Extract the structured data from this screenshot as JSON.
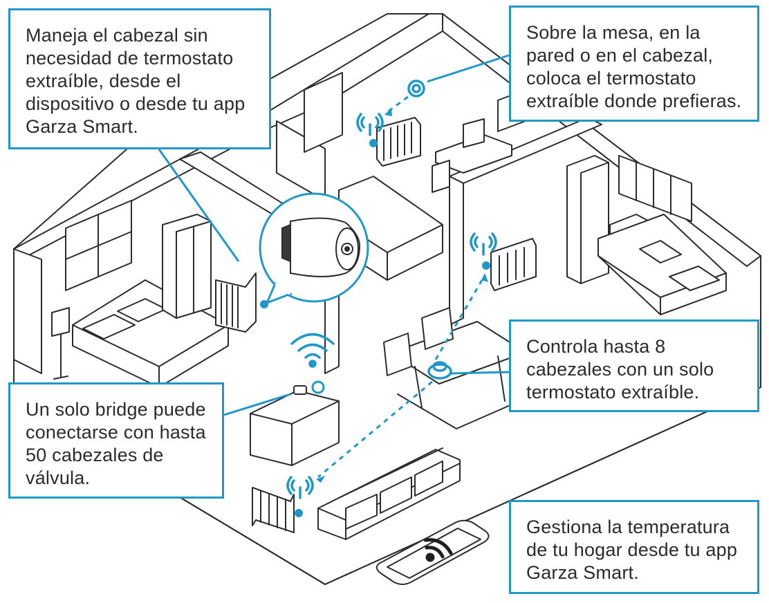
{
  "callouts": {
    "pull_out_thermostat_head": "Maneja el cabezal sin\nnecesidad de termostato\nextraíble, desde el\ndispositivo o desde tu app\nGarza Smart.",
    "thermostat_placement": "Sobre la mesa, en la\npared o en el cabezal,\ncoloca el termostato\nextraíble donde prefieras.",
    "thermostat_capacity": "Controla hasta 8\ncabezales con un solo\ntermostato extraíble.",
    "bridge_capacity": "Un solo bridge puede\nconectarse con hasta\n50 cabezales de\nválvula.",
    "app_control": "Gestiona la temperatura\nde tu hogar desde tu app\nGarza Smart."
  },
  "colors": {
    "accent": "#1f98c9",
    "line": "#2b2b2b",
    "text": "#2b2b2b",
    "background": "#ffffff"
  }
}
